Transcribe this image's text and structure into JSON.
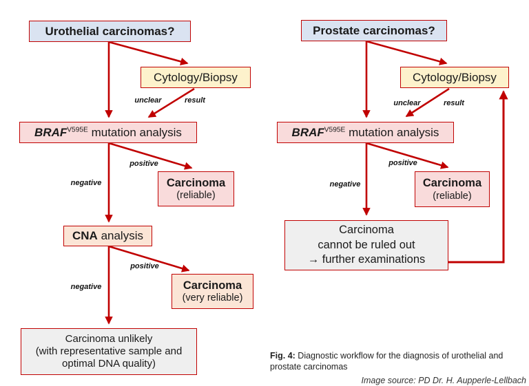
{
  "colors": {
    "accent_red": "#c00000",
    "blue_fill": "#dae3f1",
    "yellow_fill": "#fdf2cc",
    "pink_fill": "#f9dbdb",
    "peach_fill": "#fbe5d6",
    "gray_fill": "#efefef"
  },
  "left_flow": {
    "title": "Urothelial carcinomas?",
    "cytology_label": "Cytology/Biopsy",
    "unclear_label": "unclear",
    "result_label": "result",
    "braf_gene": "BRAF",
    "braf_sup": "V595E",
    "braf_rest": " mutation analysis",
    "positive1_label": "positive",
    "negative1_label": "negative",
    "carcinoma_reliable_title": "Carcinoma",
    "carcinoma_reliable_sub": "(reliable)",
    "cna_bold": "CNA",
    "cna_rest": " analysis",
    "positive2_label": "positive",
    "negative2_label": "negative",
    "carcinoma_very_title": "Carcinoma",
    "carcinoma_very_sub": "(very reliable)",
    "unlikely_line1": "Carcinoma unlikely",
    "unlikely_line2": "(with representative sample and",
    "unlikely_line3": "optimal DNA quality)"
  },
  "right_flow": {
    "title": "Prostate carcinomas?",
    "cytology_label": "Cytology/Biopsy",
    "unclear_label": "unclear",
    "result_label": "result",
    "braf_gene": "BRAF",
    "braf_sup": "V595E",
    "braf_rest": " mutation analysis",
    "positive1_label": "positive",
    "negative1_label": "negative",
    "carcinoma_reliable_title": "Carcinoma",
    "carcinoma_reliable_sub": "(reliable)",
    "ruled_out_line1": "Carcinoma",
    "ruled_out_line2": "cannot be ruled out",
    "ruled_out_line3": "→ further examinations"
  },
  "caption": {
    "fig_label": "Fig. 4:",
    "fig_text": "Diagnostic workflow for the diagnosis of urothelial and prostate carcinomas",
    "source": "Image source: PD Dr. H. Aupperle-Lellbach"
  }
}
